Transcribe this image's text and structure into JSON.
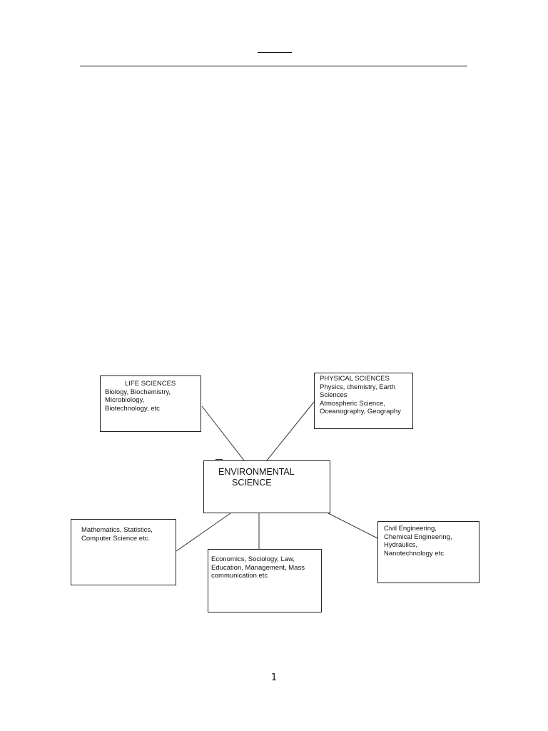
{
  "diagram": {
    "center": {
      "lines": [
        "ENVIRONMENTAL",
        "SCIENCE"
      ]
    },
    "life_sciences": {
      "title": "LIFE SCIENCES",
      "lines": [
        "Biology, Biochemistry,",
        "Microbiology,",
        "Biotechnology, etc"
      ]
    },
    "physical_sciences": {
      "title": "PHYSICAL SCIENCES",
      "lines": [
        "Physics, chemistry, Earth",
        "Sciences",
        "Atmospheric Science,",
        "Oceanography, Geography"
      ]
    },
    "math": {
      "lines": [
        "Mathematics, Statistics,",
        "Computer Science etc."
      ]
    },
    "social": {
      "lines": [
        "Economics, Sociology, Law,",
        "Education, Management, Mass",
        "communication etc"
      ]
    },
    "engineering": {
      "lines": [
        "Civil Engineering,",
        "Chemical Engineering,",
        "Hydraulics,",
        "Nanotechnology etc"
      ]
    }
  },
  "page": {
    "number": "1"
  }
}
